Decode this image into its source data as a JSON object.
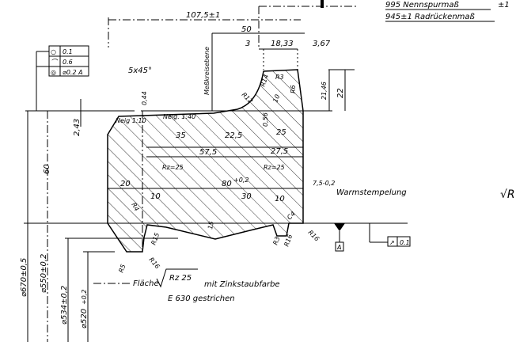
{
  "notes": {
    "gauge": "995  Nennspurmaß",
    "gauge_tol": "±1",
    "back_to_back": "945±1  Radrückenmaß",
    "surface": "Fläche",
    "surface_rz": "Rz 25",
    "coating": "mit Zinkstaubfarbe",
    "coating2": "E 630  gestrichen",
    "warm_stamp": "Warmstempelung",
    "measuring_plane": "Meßkreisebene",
    "taper_left": "Neig 1:10",
    "taper_top": "Neig. 1:40",
    "chamfer": "5x45°",
    "roughness_right": "√R"
  },
  "tolerance_frame": [
    {
      "symbol": "○",
      "value": "0.1"
    },
    {
      "symbol": "⌒",
      "value": "0.6"
    },
    {
      "symbol": "◎",
      "value": "⌀0.2 A"
    }
  ],
  "datum": {
    "label": "A",
    "runout_symbol": "↗",
    "runout_value": "0.1"
  },
  "dimensions": {
    "overall_width": "107,5±1",
    "flange_pos": "50",
    "d3": "3",
    "d18": "18,33",
    "d367": "3,67",
    "flange_h1": "21,46",
    "flange_h2": "22",
    "r12": "R12",
    "r14": "R14",
    "r3": "R3",
    "r6": "R6",
    "d10a": "10",
    "d056": "0,56",
    "d044": "0,44",
    "d243": "2,43",
    "d60": "60",
    "d35": "35",
    "d225": "22,5",
    "d25": "25",
    "d575": "57,5",
    "d275": "27,5",
    "rz25a": "Rz=25",
    "rz25b": "Rz=25",
    "d20": "20",
    "d80": "80",
    "d80tol": "+0,2",
    "d30": "30",
    "d10b": "10",
    "d10c": "10",
    "d75": "7,5-0,2",
    "d15": "15",
    "r4": "R4",
    "r15": "R15",
    "r5": "R5",
    "r16a": "R16",
    "r16b": "R16",
    "r16c": "R16",
    "r3b": "R3",
    "c4": "C4",
    "dia670": "⌀670±0,5",
    "dia550": "⌀550±0,2",
    "dia534": "⌀534±0,2",
    "dia520": "⌀520",
    "dia520tol": "+0,2"
  }
}
